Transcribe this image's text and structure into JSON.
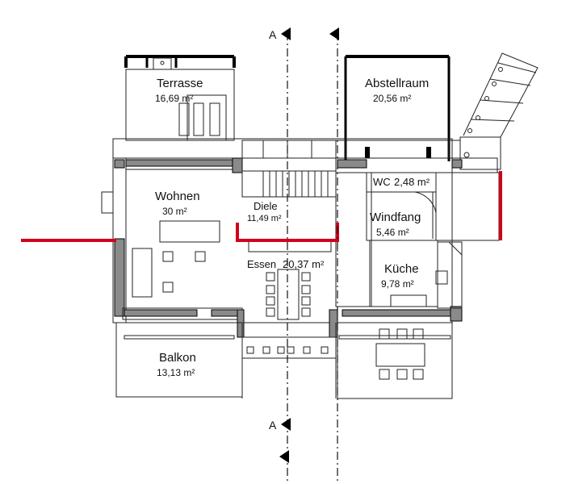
{
  "rooms": {
    "terrasse": {
      "name": "Terrasse",
      "area": "16,69 m²"
    },
    "abstellraum": {
      "name": "Abstellraum",
      "area": "20,56 m²"
    },
    "wohnen": {
      "name": "Wohnen",
      "area": "30 m²"
    },
    "diele": {
      "name": "Diele",
      "area": "11,49 m²"
    },
    "wc": {
      "name": "WC",
      "area": "2,48 m²"
    },
    "windfang": {
      "name": "Windfang",
      "area": "5,46 m²"
    },
    "essen": {
      "name": "Essen",
      "area": "20,37 m²"
    },
    "kueche": {
      "name": "Küche",
      "area": "9,78 m²"
    },
    "balkon": {
      "name": "Balkon",
      "area": "13,13 m²"
    }
  },
  "section": {
    "label_top": "A",
    "label_bottom": "A"
  },
  "colors": {
    "wall": "#000000",
    "wall_fill": "#8a8a8a",
    "highlight": "#d0021b",
    "line": "#222222"
  }
}
